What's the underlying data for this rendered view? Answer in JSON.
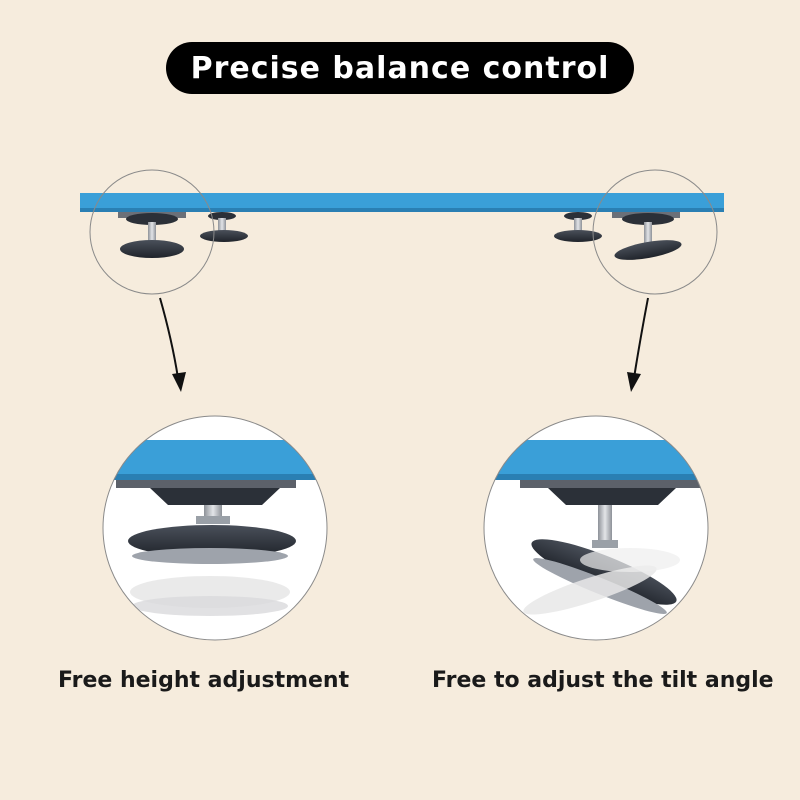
{
  "title": "Precise balance control",
  "captions": {
    "left": "Free height adjustment",
    "right": "Free to adjust the tilt angle"
  },
  "colors": {
    "background": "#f6ecdd",
    "board_blue": "#3a9fd8",
    "pill": "#000000",
    "foot_dark": "#2b3038",
    "metal": "#b8bcc2"
  },
  "icons": {
    "arrow_left": "arrow-down-icon",
    "arrow_right": "arrow-down-icon"
  }
}
